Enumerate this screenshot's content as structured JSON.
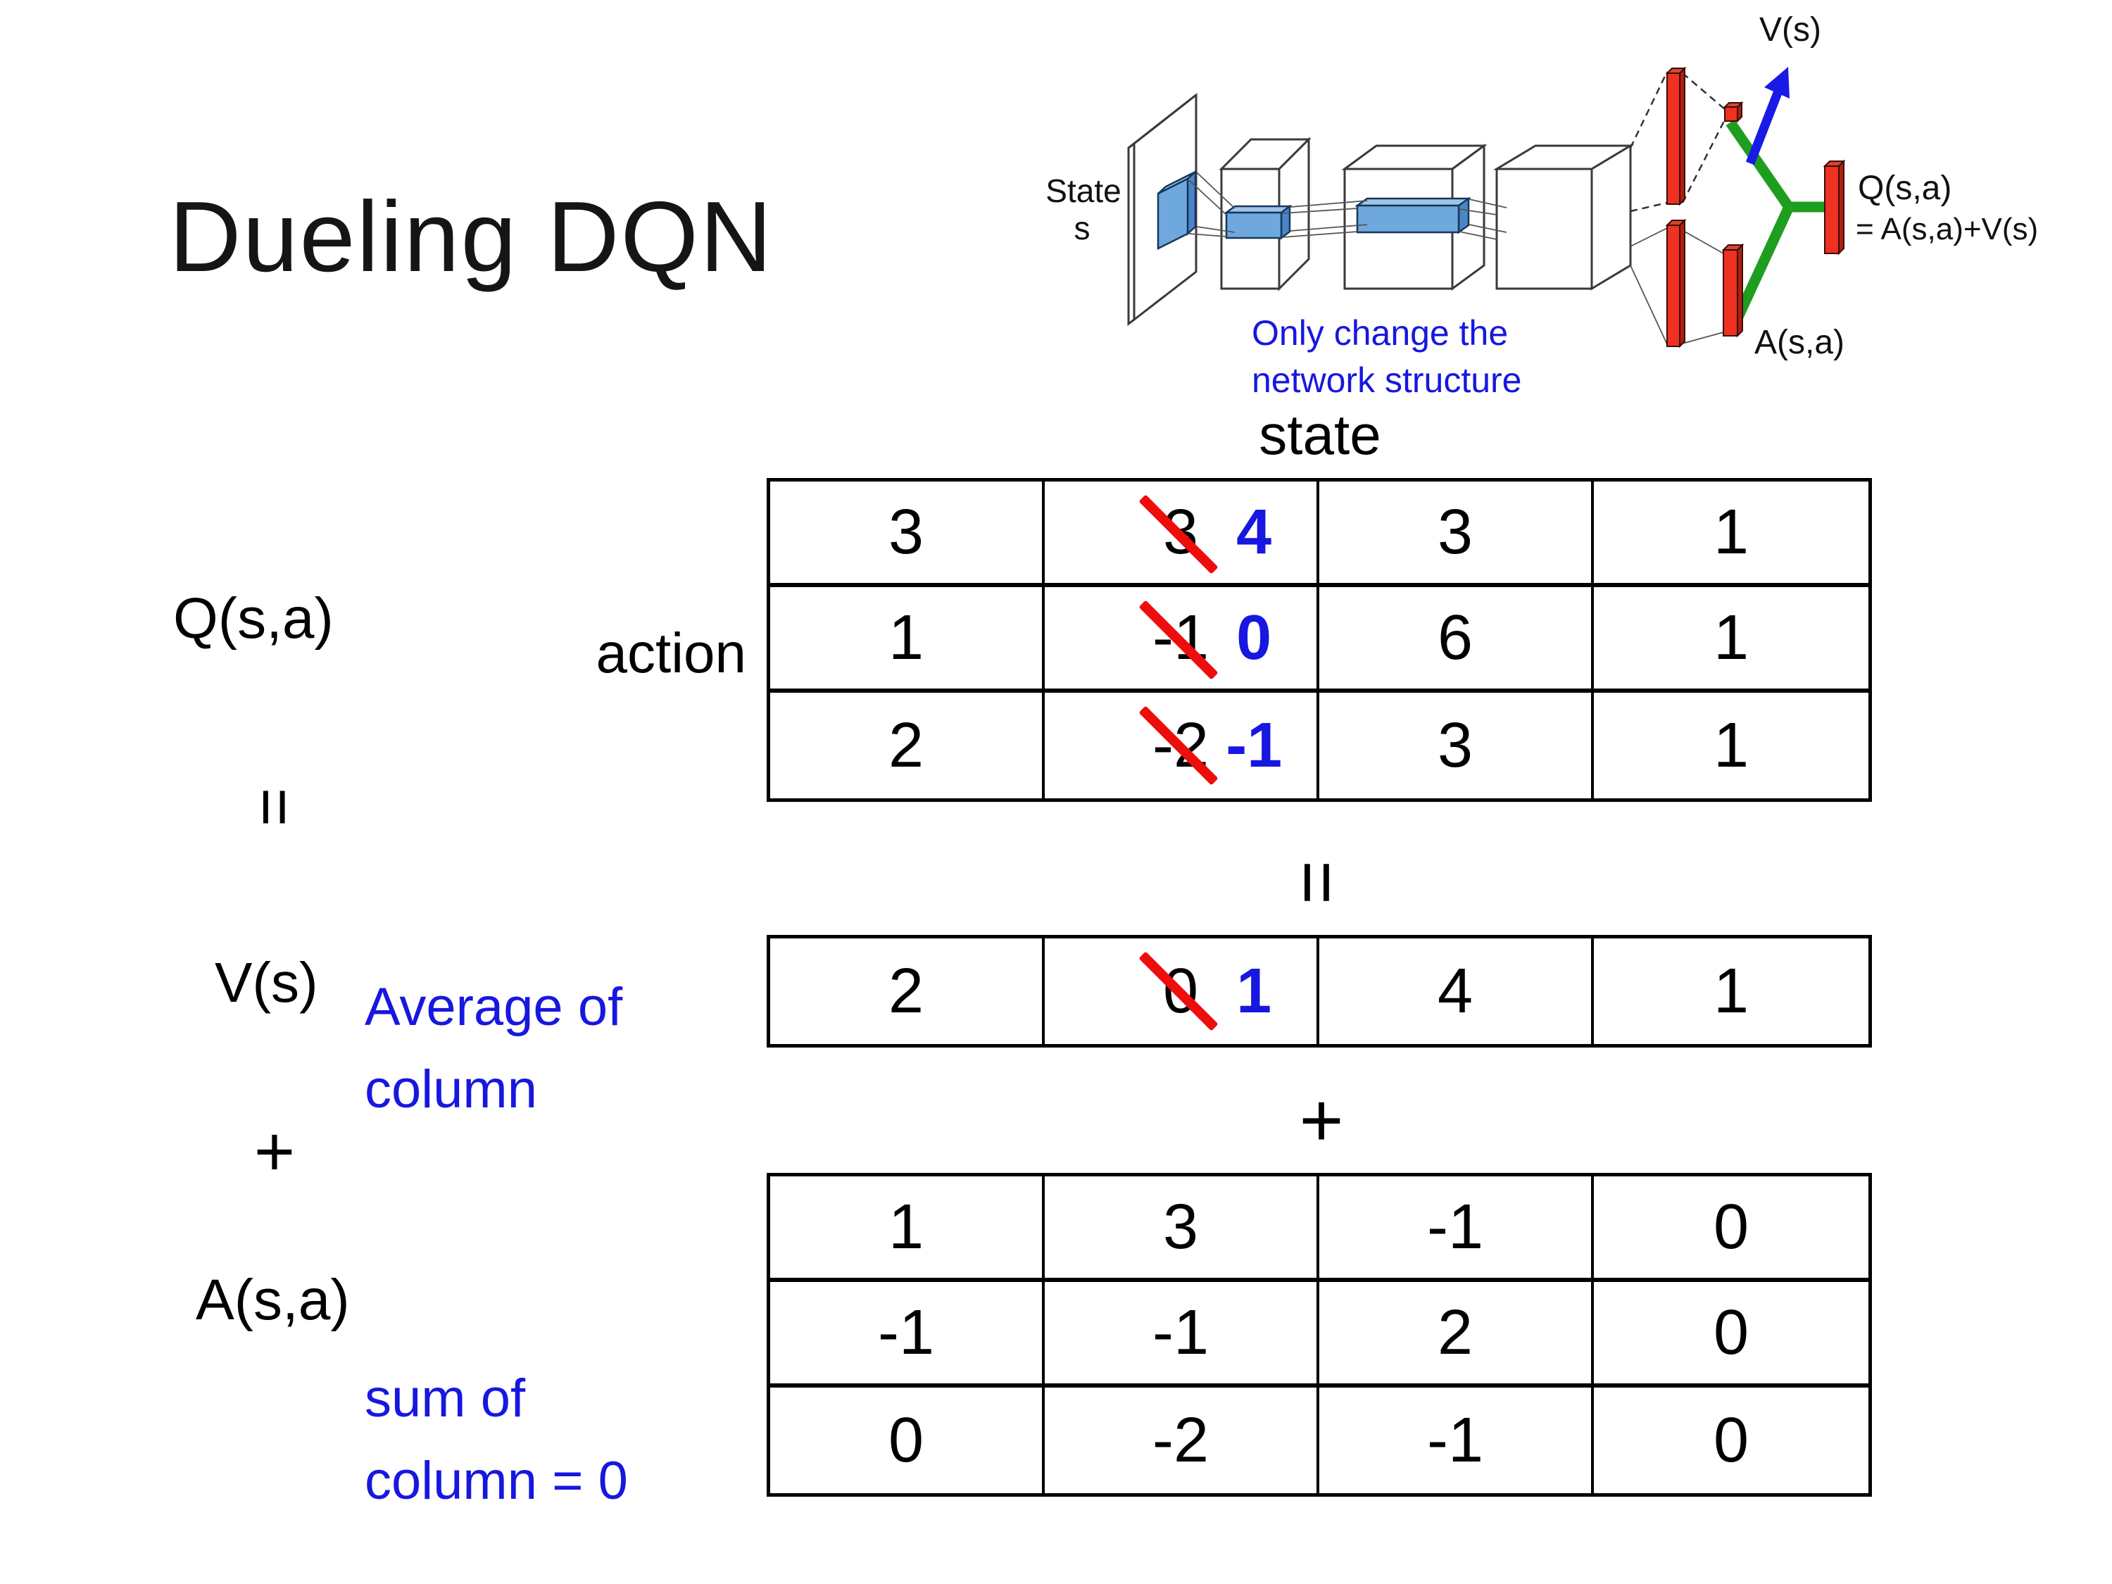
{
  "slide": {
    "title": "Dueling DQN"
  },
  "diagram": {
    "input_label_line1": "State",
    "input_label_line2": "s",
    "note_line1": "Only change the",
    "note_line2": "network structure",
    "v_output_label": "V(s)",
    "q_output_label": "Q(s,a)",
    "q_output_formula": "= A(s,a)+V(s)",
    "a_output_label": "A(s,a)"
  },
  "equation": {
    "q_label": "Q(s,a)",
    "equals": "=",
    "plus": "+",
    "v_label": "V(s)",
    "a_label": "A(s,a)",
    "action_label": "action",
    "state_label": "state",
    "avg_note_line1": "Average of",
    "avg_note_line2": "column",
    "sum_note_line1": "sum of",
    "sum_note_line2": "column = 0"
  },
  "q_table": {
    "rows": [
      {
        "c0": "3",
        "old": "3",
        "new": "4",
        "c2": "3",
        "c3": "1"
      },
      {
        "c0": "1",
        "old": "-1",
        "new": "0",
        "c2": "6",
        "c3": "1"
      },
      {
        "c0": "2",
        "old": "-2",
        "new": "-1",
        "c2": "3",
        "c3": "1"
      }
    ]
  },
  "v_row": {
    "c0": "2",
    "old": "0",
    "new": "1",
    "c2": "4",
    "c3": "1"
  },
  "a_table": {
    "rows": [
      [
        "1",
        "3",
        "-1",
        "0"
      ],
      [
        "-1",
        "-1",
        "2",
        "0"
      ],
      [
        "0",
        "-2",
        "-1",
        "0"
      ]
    ]
  },
  "colors": {
    "annotation_blue": "#1717e0",
    "strike_red": "#ee0d0d",
    "bar_red": "#ee3120",
    "bar_red_dark": "#b01f0e",
    "filter_blue": "#6fa8dc",
    "filter_blue_light": "#9fc5e8",
    "connector_green": "#1e9e1e",
    "arrow_blue": "#1a1ae6"
  }
}
